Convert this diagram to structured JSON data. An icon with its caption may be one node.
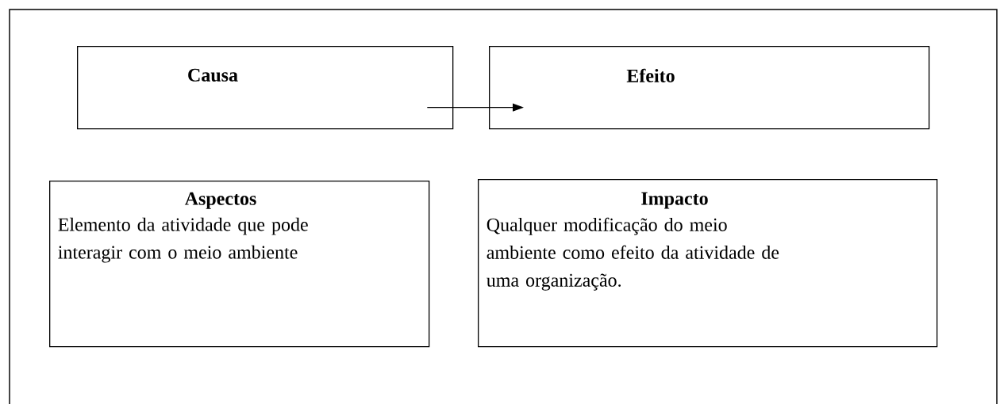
{
  "diagram": {
    "nodes": [
      {
        "text": [
          "Causa"
        ]
      },
      {
        "text": [
          "Efeito"
        ]
      },
      {
        "text": [
          "Aspectos",
          "Elemento da atividade que pode interagir com o meio ambiente"
        ]
      },
      {
        "text": [
          "Impacto",
          "Qualquer modificação do meio ambiente como efeito da atividade de uma organização."
        ]
      }
    ],
    "edges": [
      {
        "from": 0,
        "to": 1,
        "arrow": "to"
      }
    ]
  }
}
